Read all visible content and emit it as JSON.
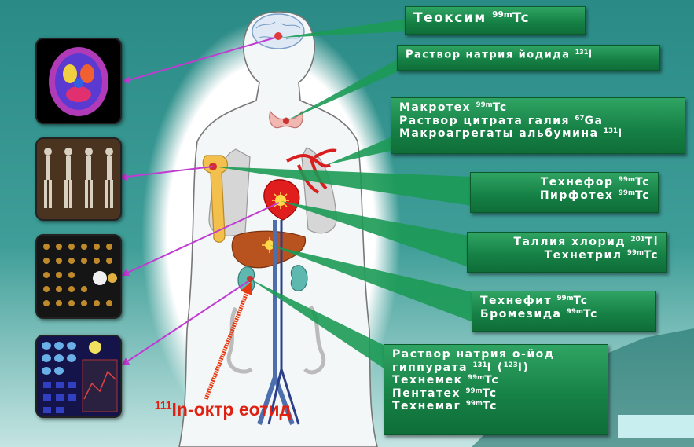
{
  "colors": {
    "label_green": "#157f44",
    "arrow_magenta": "#c03bd2",
    "arrow_red": "#e8380f",
    "background_teal": "#2e8e88",
    "highlight_white": "#ffffff"
  },
  "labels": {
    "teoksim": {
      "name": "Теоксим",
      "isotope": "99m",
      "element": "Tc"
    },
    "iodide": {
      "name": "Раствор натрия йодида",
      "isotope": "131",
      "element": "I"
    },
    "lung": [
      {
        "name": "Макротех",
        "isotope": "99m",
        "element": "Tc"
      },
      {
        "name": "Раствор цитрата галия",
        "isotope": "67",
        "element": "Ga"
      },
      {
        "name": "Макроагрегаты альбумина",
        "isotope": "131",
        "element": "I"
      }
    ],
    "bone": [
      {
        "name": "Технефор",
        "isotope": "99m",
        "element": "Tc"
      },
      {
        "name": "Пирфотех",
        "isotope": "99m",
        "element": "Tc"
      }
    ],
    "heart": [
      {
        "name": "Таллия хлорид",
        "isotope": "201",
        "element": "Tl"
      },
      {
        "name": "Технетрил",
        "isotope": "99m",
        "element": "Tc"
      }
    ],
    "liver": [
      {
        "name": "Технефит",
        "isotope": "99m",
        "element": "Tc"
      },
      {
        "name": "Бромезида",
        "isotope": "99m",
        "element": "Tc"
      }
    ],
    "kidney": {
      "line1": "Раствор натрия о-йод",
      "line2": {
        "name": "гиппурата",
        "isotope1": "131",
        "element1": "I",
        "open": "(",
        "isotope2": "123",
        "element2": "I",
        "close": ")"
      },
      "items": [
        {
          "name": "Технемек",
          "isotope": "99m",
          "element": "Tc"
        },
        {
          "name": "Пентатех",
          "isotope": "99m",
          "element": "Tc"
        },
        {
          "name": "Технемаг",
          "isotope": "99m",
          "element": "Tc"
        }
      ]
    }
  },
  "octreotide": {
    "isotope": "111",
    "text": "In-октр еотид"
  },
  "thumbnails": [
    "brain-pet-scan",
    "whole-body-bone-scans",
    "myocardial-perfusion-slices",
    "renal-scintigraphy-panels"
  ]
}
